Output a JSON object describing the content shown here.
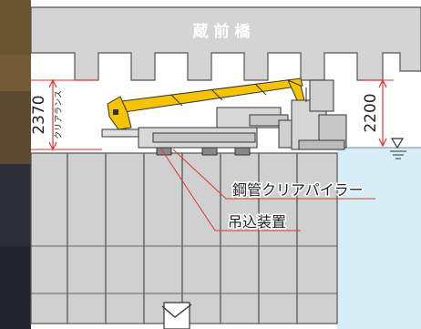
{
  "bridge": {
    "name": "蔵 前 橋"
  },
  "dimensions": {
    "clearance_value": "2370",
    "clearance_caption": "クリアランス",
    "height_value": "2200"
  },
  "callouts": {
    "machine": "鋼管クリアパイラー",
    "hoist": "吊込装置"
  },
  "colors": {
    "bridge": "#d4d4d4",
    "wall": "#d0d0d0",
    "water": "#d8eef7",
    "crane": "#f5c400",
    "dimension": "#e23333",
    "leader": "#e23333"
  }
}
